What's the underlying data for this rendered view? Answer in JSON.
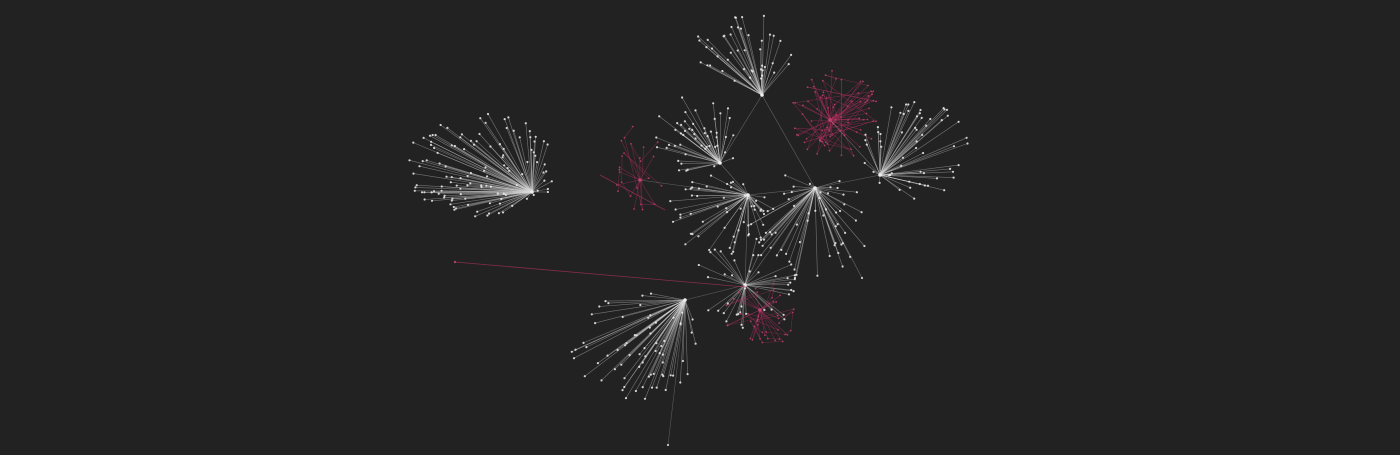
{
  "graph": {
    "type": "force-directed-network",
    "background_color": "#222222",
    "colors": {
      "light_edge": "#d9d9d9",
      "light_node": "#eeeeee",
      "accent_edge": "#b03060",
      "accent_node": "#c2406e"
    },
    "clusters": [
      {
        "name": "fan-left",
        "color": "light",
        "fan": true
      },
      {
        "name": "fan-top",
        "color": "light",
        "fan": true
      },
      {
        "name": "cluster-upper-mid",
        "color": "light",
        "fan": true
      },
      {
        "name": "cluster-right",
        "color": "light",
        "fan": true
      },
      {
        "name": "cluster-center",
        "color": "light",
        "fan": true
      },
      {
        "name": "cluster-center-right",
        "color": "light",
        "fan": true
      },
      {
        "name": "cluster-lower-hub",
        "color": "light",
        "fan": true
      },
      {
        "name": "cluster-bottom-left",
        "color": "light",
        "fan": true
      },
      {
        "name": "accent-cluster-top-right",
        "color": "accent",
        "fan": false
      },
      {
        "name": "accent-cluster-left",
        "color": "accent",
        "fan": false
      },
      {
        "name": "accent-cluster-bottom",
        "color": "accent",
        "fan": false
      }
    ]
  }
}
